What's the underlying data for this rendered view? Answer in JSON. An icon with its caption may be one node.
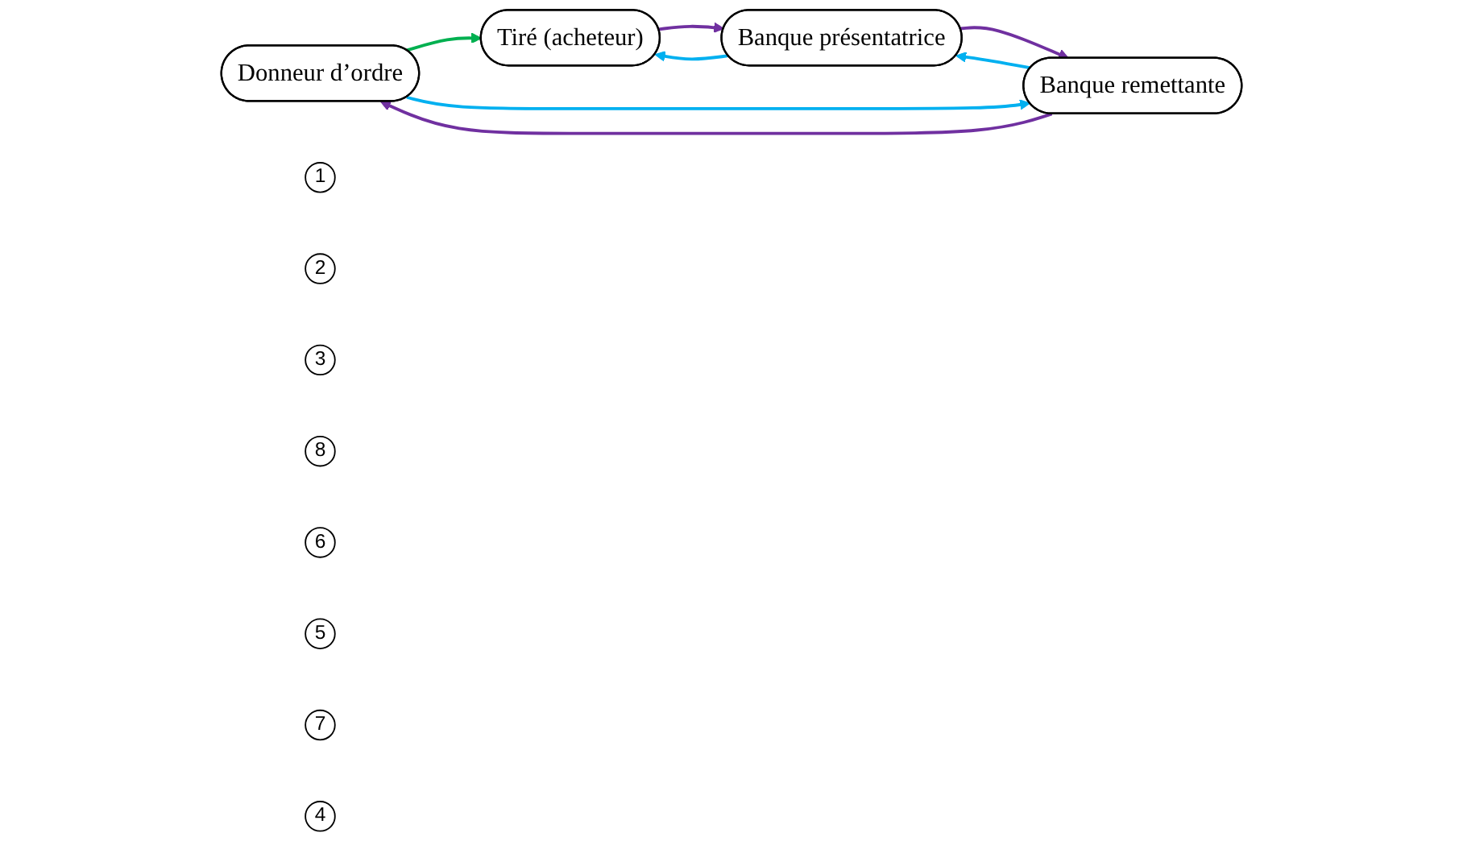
{
  "diagram": {
    "nodes": [
      {
        "text": [
          "Donneur d’ordre"
        ]
      },
      {
        "text": [
          "1"
        ]
      },
      {
        "text": [
          "Tiré (acheteur)"
        ]
      },
      {
        "text": [
          "2"
        ]
      },
      {
        "text": [
          "3"
        ]
      },
      {
        "text": [
          "8"
        ]
      },
      {
        "text": [
          "6"
        ]
      },
      {
        "text": [
          "5"
        ]
      },
      {
        "text": [
          "7"
        ]
      },
      {
        "text": [
          "Banque remettante"
        ]
      },
      {
        "text": [
          "Banque présentatrice"
        ]
      },
      {
        "text": [
          "4"
        ]
      }
    ],
    "edges": [
      {
        "from": 0,
        "to": 2,
        "arrow": "to",
        "color": "#00b050"
      },
      {
        "from": 0,
        "to": 9,
        "arrow": "to",
        "color": "#00b0f0"
      },
      {
        "from": 9,
        "to": 0,
        "arrow": "to",
        "color": "#7030a0"
      },
      {
        "from": 2,
        "to": 10,
        "arrow": "to",
        "color": "#7030a0"
      },
      {
        "from": 10,
        "to": 2,
        "arrow": "to",
        "color": "#00b0f0"
      },
      {
        "from": 10,
        "to": 9,
        "arrow": "to",
        "color": "#7030a0"
      },
      {
        "from": 9,
        "to": 10,
        "arrow": "to",
        "color": "#00b0f0"
      }
    ]
  }
}
